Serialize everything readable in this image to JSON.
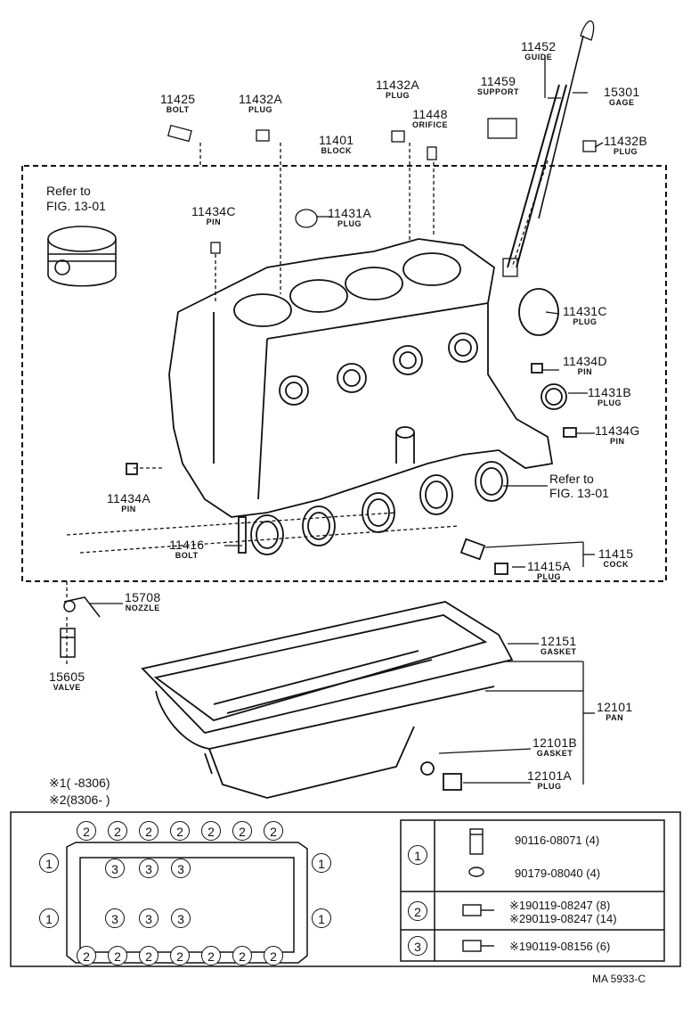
{
  "labels": {
    "l11425": {
      "pn": "11425",
      "nm": "BOLT"
    },
    "l11432A_1": {
      "pn": "11432A",
      "nm": "PLUG"
    },
    "l11432A_2": {
      "pn": "11432A",
      "nm": "PLUG"
    },
    "l11448": {
      "pn": "11448",
      "nm": "ORIFICE"
    },
    "l11459": {
      "pn": "11459",
      "nm": "SUPPORT"
    },
    "l11452": {
      "pn": "11452",
      "nm": "GUIDE"
    },
    "l15301": {
      "pn": "15301",
      "nm": "GAGE"
    },
    "l11401": {
      "pn": "11401",
      "nm": "BLOCK"
    },
    "l11432B": {
      "pn": "11432B",
      "nm": "PLUG"
    },
    "l11434C": {
      "pn": "11434C",
      "nm": "PIN"
    },
    "l11431A": {
      "pn": "11431A",
      "nm": "PLUG"
    },
    "l11431C": {
      "pn": "11431C",
      "nm": "PLUG"
    },
    "l11434D": {
      "pn": "11434D",
      "nm": "PIN"
    },
    "l11431B": {
      "pn": "11431B",
      "nm": "PLUG"
    },
    "l11434G": {
      "pn": "11434G",
      "nm": "PIN"
    },
    "l11434A": {
      "pn": "11434A",
      "nm": "PIN"
    },
    "l11416": {
      "pn": "11416",
      "nm": "BOLT"
    },
    "l11415": {
      "pn": "11415",
      "nm": "COCK"
    },
    "l11415A": {
      "pn": "11415A",
      "nm": "PLUG"
    },
    "l15708": {
      "pn": "15708",
      "nm": "NOZZLE"
    },
    "l15605": {
      "pn": "15605",
      "nm": "VALVE"
    },
    "l12151": {
      "pn": "12151",
      "nm": "GASKET"
    },
    "l12101": {
      "pn": "12101",
      "nm": "PAN"
    },
    "l12101B": {
      "pn": "12101B",
      "nm": "GASKET"
    },
    "l12101A": {
      "pn": "12101A",
      "nm": "PLUG"
    }
  },
  "refs": {
    "ref1_line1": "Refer to",
    "ref1_line2": "FIG. 13-01",
    "ref2_line1": "Refer to",
    "ref2_line2": "FIG. 13-01"
  },
  "notes": {
    "note1": "※1(      -8306)",
    "note2": "※2(8306-      )"
  },
  "legend": {
    "rows": [
      {
        "symbol": "1",
        "items": [
          "90116-08071 (4)",
          "90179-08040 (4)"
        ]
      },
      {
        "symbol": "2",
        "items": [
          "※190119-08247 (8)",
          "※290119-08247 (14)"
        ]
      },
      {
        "symbol": "3",
        "items": [
          "※190119-08156 (6)"
        ]
      }
    ]
  },
  "pattern": {
    "top_row": [
      "2",
      "2",
      "2",
      "2",
      "2",
      "2",
      "2"
    ],
    "bottom_row": [
      "2",
      "2",
      "2",
      "2",
      "2",
      "2",
      "2"
    ],
    "inner_top": [
      "3",
      "3",
      "3"
    ],
    "inner_bottom": [
      "3",
      "3",
      "3"
    ],
    "left": [
      "1",
      "1"
    ],
    "right": [
      "1",
      "1"
    ]
  },
  "footer": {
    "code": "MA 5933-C"
  }
}
